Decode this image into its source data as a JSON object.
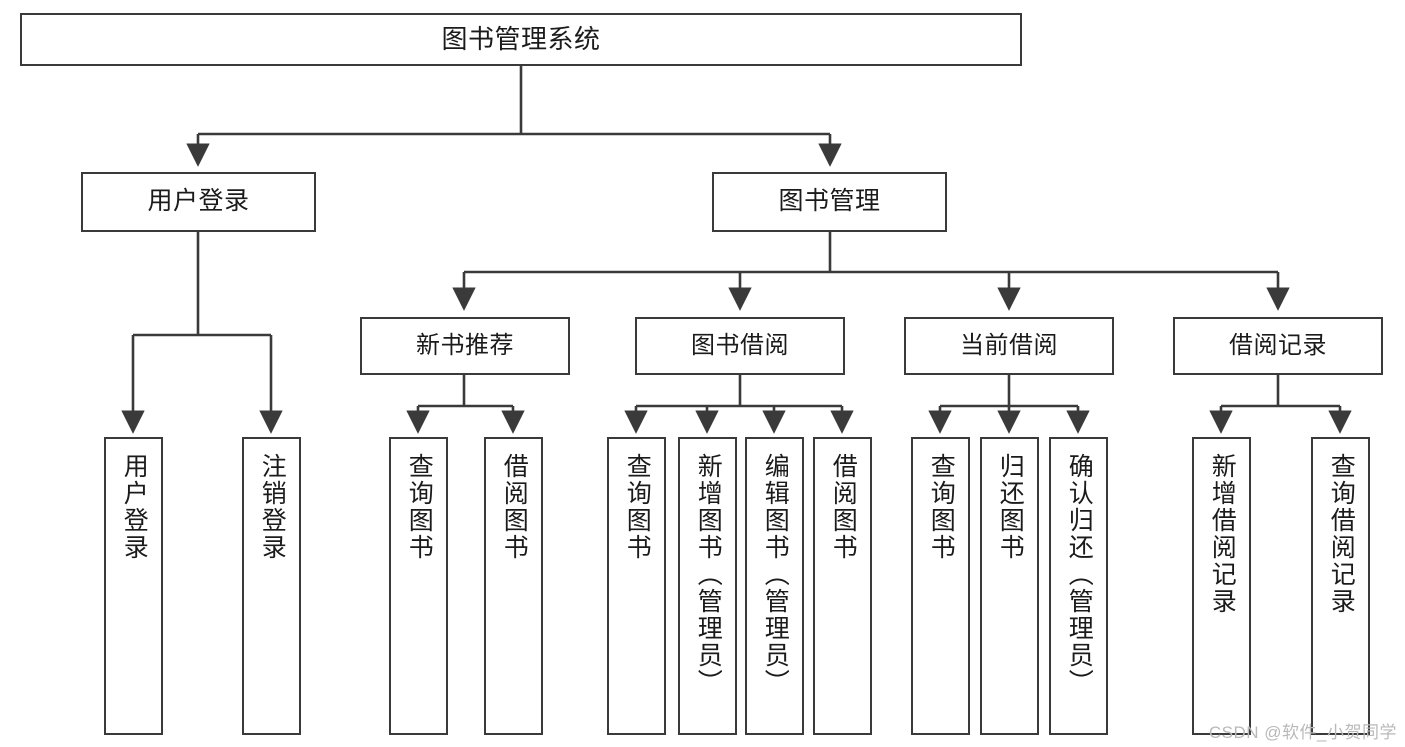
{
  "diagram": {
    "title": "图书管理系统",
    "watermark": "CSDN @软件_小贺同学",
    "stroke_color": "#3a3a3a",
    "background_color": "#ffffff",
    "text_color": "#1b1b1b",
    "nodes": {
      "root": "图书管理系统",
      "user_login": "用户登录",
      "book_manage": "图书管理",
      "new_book_rec": "新书推荐",
      "book_borrow": "图书借阅",
      "current_borrow": "当前借阅",
      "borrow_record": "借阅记录",
      "leaf_user_login": "用户登录",
      "leaf_logout_login": "注销登录",
      "leaf_query_book_1": "查询图书",
      "leaf_borrow_book_1": "借阅图书",
      "leaf_query_book_2": "查询图书",
      "leaf_add_book_admin": "新增图书（管理员）",
      "leaf_edit_book_admin": "编辑图书（管理员）",
      "leaf_borrow_book_2": "借阅图书",
      "leaf_query_book_3": "查询图书",
      "leaf_return_book": "归还图书",
      "leaf_confirm_return_admin": "确认归还（管理员）",
      "leaf_add_record": "新增借阅记录",
      "leaf_query_record": "查询借阅记录"
    }
  }
}
